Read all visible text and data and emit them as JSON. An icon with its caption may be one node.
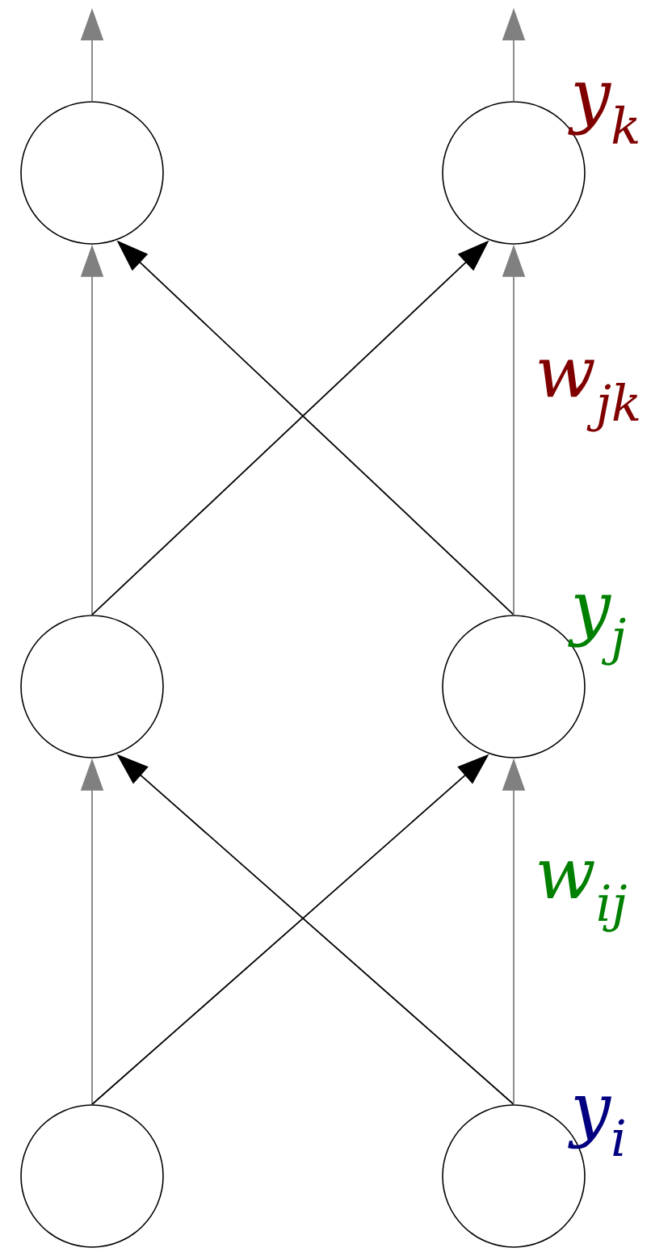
{
  "diagram": {
    "nodes": [
      {
        "text": [],
        "shape": "circle"
      },
      {
        "text": [],
        "shape": "circle",
        "beside": [
          "y$_{k}$"
        ]
      },
      {
        "text": [],
        "shape": "circle"
      },
      {
        "text": [],
        "shape": "circle",
        "beside": [
          "y$_{j}$"
        ]
      },
      {
        "text": [],
        "shape": "circle"
      },
      {
        "text": [],
        "shape": "circle",
        "beside": [
          "y$_{i}$"
        ]
      }
    ],
    "edges": [
      {
        "from": 0,
        "to": null,
        "arrow": "to"
      },
      {
        "from": 1,
        "to": null,
        "arrow": "to"
      },
      {
        "from": 2,
        "to": 0,
        "arrow": "to"
      },
      {
        "from": 2,
        "to": 1,
        "arrow": "to",
        "color": "#000000"
      },
      {
        "from": 3,
        "to": 0,
        "arrow": "to",
        "color": "#000000"
      },
      {
        "from": 3,
        "to": 1,
        "arrow": "to"
      },
      {
        "from": 4,
        "to": 2,
        "arrow": "to"
      },
      {
        "from": 4,
        "to": 3,
        "arrow": "to",
        "color": "#000000"
      },
      {
        "from": 5,
        "to": 2,
        "arrow": "to",
        "color": "#000000"
      },
      {
        "from": 5,
        "to": 3,
        "arrow": "to"
      }
    ],
    "labels": [
      "w$_{jk}$",
      "w$_{ij}$"
    ]
  }
}
